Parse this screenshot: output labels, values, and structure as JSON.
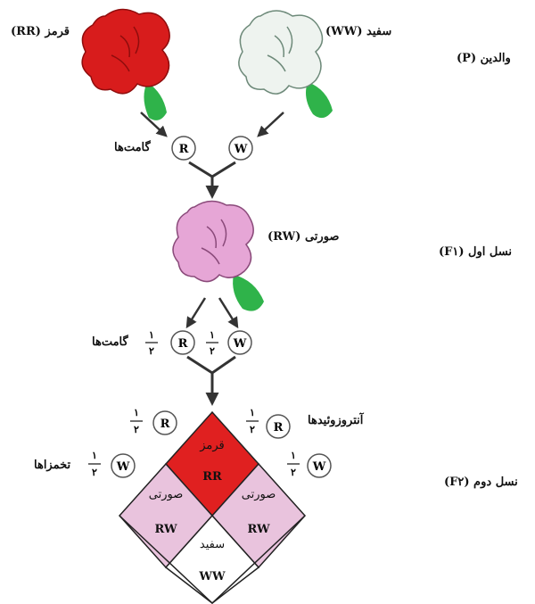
{
  "generations": {
    "parents_label": "والدین (P)",
    "f1_label": "نسل اول (F١)",
    "f2_label": "نسل دوم (F٢)"
  },
  "parents": {
    "red_label": "قرمز (RR)",
    "white_label": "سفید (WW)"
  },
  "gametes_label_1": "گامت‌ها",
  "f1_flower_label": "صورتی (RW)",
  "gametes_label_2": "گامت‌ها",
  "fractions": {
    "num": "١",
    "den": "٢"
  },
  "alleles": {
    "R": "R",
    "W": "W"
  },
  "punnett": {
    "sperm_label": "آنتروزوئیدها",
    "eggs_label": "تخمزاها",
    "top": {
      "phenotype": "قرمز",
      "genotype": "RR",
      "color": "#e02020"
    },
    "left": {
      "phenotype": "صورتی",
      "genotype": "RW",
      "color": "#e9c3dd"
    },
    "right": {
      "phenotype": "صورتی",
      "genotype": "RW",
      "color": "#e9c3dd"
    },
    "bottom": {
      "phenotype": "سفید",
      "genotype": "WW",
      "color": "#ffffff"
    }
  },
  "colors": {
    "red_flower": "#d81c1c",
    "white_flower": "#eef3ef",
    "pink_flower": "#e6a6d6",
    "leaf": "#2fb34a"
  }
}
